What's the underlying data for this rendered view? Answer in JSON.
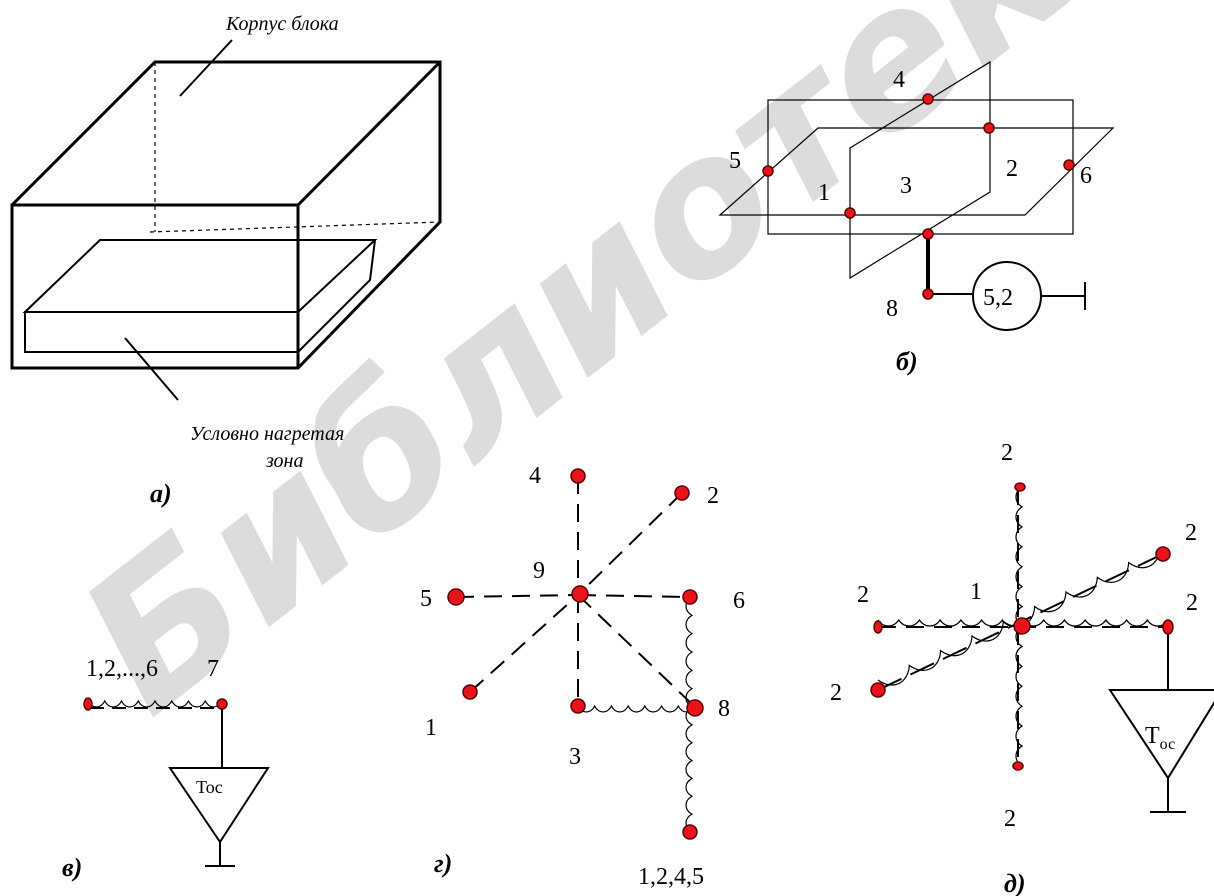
{
  "watermark": "Библиотека",
  "panel_a": {
    "housing_label": "Корпус блока",
    "zone_label_line1": "Условно нагретая",
    "zone_label_line2": "зона",
    "caption": "а)"
  },
  "panel_b": {
    "nodes": [
      "4",
      "5",
      "1",
      "3",
      "2",
      "6",
      "8"
    ],
    "temperature": "5,2",
    "caption": "б)"
  },
  "panel_v": {
    "left_label": "1,2,...,6",
    "right_label": "7",
    "source_label": "Toc",
    "caption": "в)"
  },
  "panel_g": {
    "nodes": [
      "4",
      "2",
      "9",
      "5",
      "6",
      "1",
      "8",
      "3"
    ],
    "bottom_label": "1,2,4,5",
    "caption": "г)"
  },
  "panel_d": {
    "top": "2",
    "upper_right": "2",
    "left": "2",
    "center": "1",
    "right": "2",
    "lower_left": "2",
    "bottom": "2",
    "source_label": "Т",
    "source_sub": "ос",
    "caption": "д)"
  }
}
